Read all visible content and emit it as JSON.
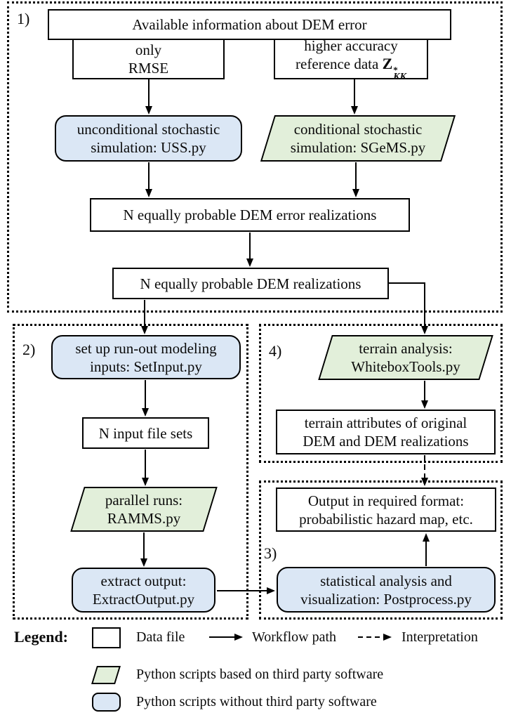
{
  "colors": {
    "data_file_fill": "#ffffff",
    "third_party_fill": "#e2efda",
    "no_third_party_fill": "#dbe7f5",
    "border": "#000000"
  },
  "sections": {
    "one": {
      "label": "1)"
    },
    "two": {
      "label": "2)"
    },
    "three": {
      "label": "3)"
    },
    "four": {
      "label": "4)"
    }
  },
  "nodes": {
    "available_info": {
      "text": "Available information about DEM error"
    },
    "only_rmse": {
      "line1": "only",
      "line2": "RMSE"
    },
    "reference_data": {
      "line1": "higher accuracy",
      "line2": "reference data",
      "sym_base": "Z",
      "sym_sup": "*",
      "sym_sub": "KK"
    },
    "uss": {
      "line1": "unconditional stochastic",
      "line2": "simulation: USS.py"
    },
    "sgems": {
      "line1": "conditional stochastic",
      "line2": "simulation: SGeMS.py"
    },
    "dem_error_realizations": {
      "text": "N equally probable DEM error realizations"
    },
    "dem_realizations": {
      "text": "N equally probable DEM realizations"
    },
    "set_input": {
      "line1": "set up run-out modeling",
      "line2": "inputs: SetInput.py"
    },
    "input_file_sets": {
      "text": "N input file sets"
    },
    "ramms": {
      "line1": "parallel runs:",
      "line2": "RAMMS.py"
    },
    "extract_output": {
      "line1": "extract output:",
      "line2": "ExtractOutput.py"
    },
    "terrain_analysis": {
      "line1": "terrain analysis:",
      "line2": "WhiteboxTools.py"
    },
    "terrain_attributes": {
      "line1": "terrain attributes of original",
      "line2": "DEM and DEM realizations"
    },
    "output_format": {
      "line1": "Output in required format:",
      "line2": "probabilistic hazard map, etc."
    },
    "postprocess": {
      "line1": "statistical analysis and",
      "line2": "visualization: Postprocess.py"
    }
  },
  "legend": {
    "title": "Legend:",
    "items": {
      "data_file": "Data file",
      "workflow_path": "Workflow path",
      "interpretation": "Interpretation",
      "third_party": "Python scripts based on third party software",
      "no_third_party": "Python scripts without third party software"
    }
  }
}
